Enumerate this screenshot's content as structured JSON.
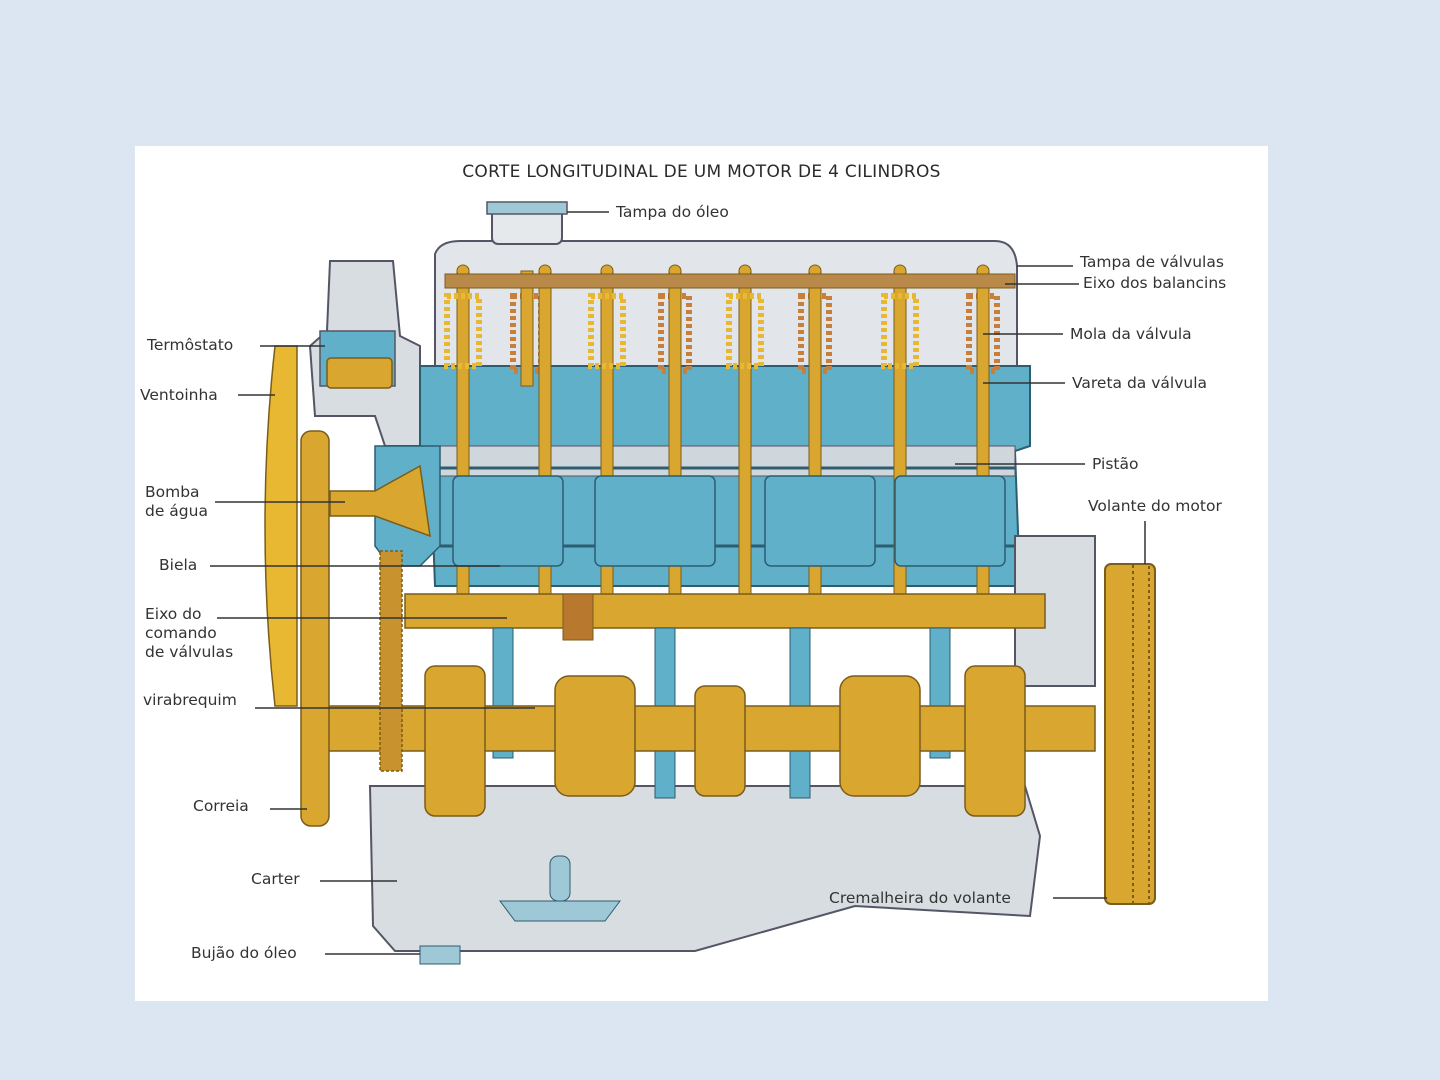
{
  "title": "CORTE LONGITUDINAL DE UM MOTOR DE 4 CILINDROS",
  "labels": {
    "tampa_oleo": "Tampa do óleo",
    "tampa_valvulas": "Tampa de válvulas",
    "eixo_balancins": "Eixo dos balancins",
    "mola_valvula": "Mola da válvula",
    "vareta_valvula": "Vareta da válvula",
    "pistao": "Pistão",
    "volante_motor": "Volante do motor",
    "termostato": "Termôstato",
    "ventoinha": "Ventoinha",
    "bomba_l1": "Bomba",
    "bomba_l2": "de água",
    "biela": "Biela",
    "eixo_l1": "Eixo do",
    "eixo_l2": "comando",
    "eixo_l3": "de válvulas",
    "virabrequim": "virabrequim",
    "correia": "Correia",
    "carter": "Carter",
    "cremalheira": "Cremalheira do volante",
    "bujao": "Bujão do óleo"
  },
  "colors": {
    "background": "#dce6f2",
    "engine_yellow": "#d9a630",
    "coolant_blue": "#5fb0c8",
    "casing_gray": "#d8dde2",
    "leader_line": "#333333"
  }
}
